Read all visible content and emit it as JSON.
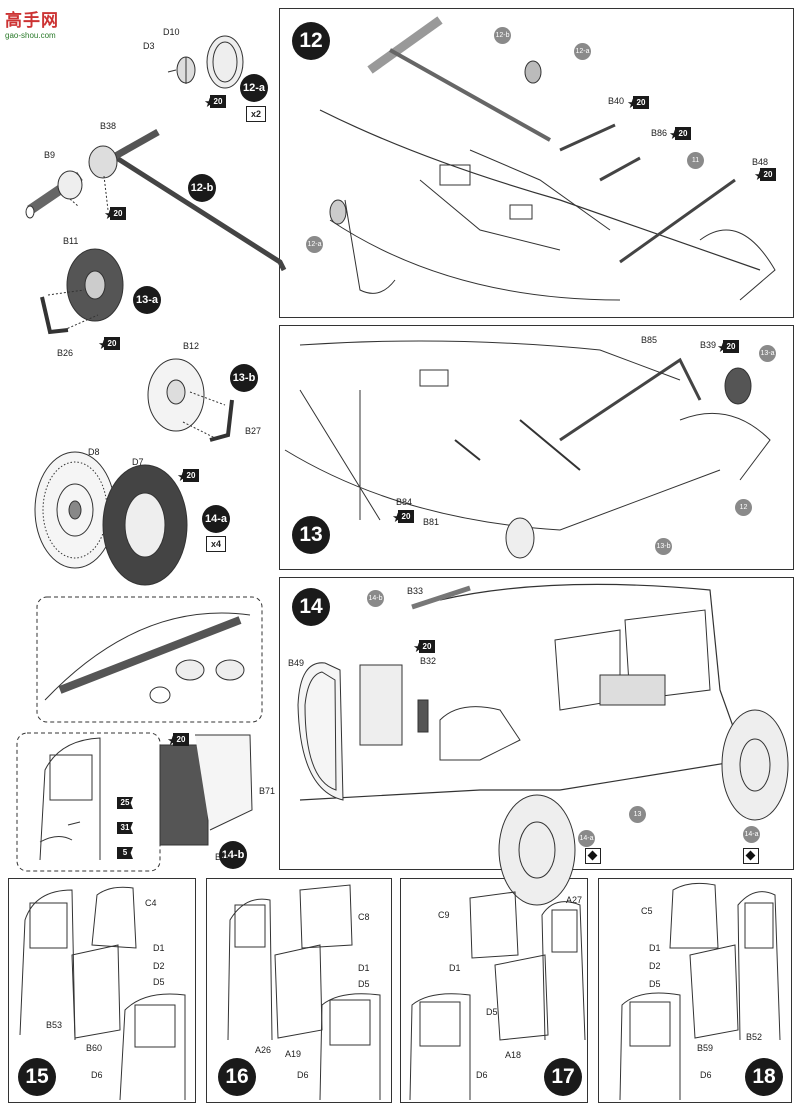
{
  "logo": {
    "text": "高手网",
    "url": "gao-shou.com"
  },
  "steps": {
    "s12": "12",
    "s13": "13",
    "s14": "14",
    "s15": "15",
    "s16": "16",
    "s17": "17",
    "s18": "18"
  },
  "substeps": {
    "a12": "12-a",
    "b12": "12-b",
    "a13": "13-a",
    "b13": "13-b",
    "a14": "14-a",
    "b14": "14-b"
  },
  "multipliers": {
    "x2": "x2",
    "x4": "x4"
  },
  "flags": {
    "f20": "20",
    "f25": "25",
    "f31": "31",
    "f5": "5"
  },
  "refs": {
    "r11": "11",
    "r12": "12",
    "r13": "13",
    "r12a": "12-a",
    "r12b": "12-b",
    "r13a": "13-a",
    "r13b": "13-b",
    "r14a": "14-a",
    "r14b": "14-b"
  },
  "parts": {
    "D10": "D10",
    "D3": "D3",
    "B38": "B38",
    "B9": "B9",
    "B11": "B11",
    "B26": "B26",
    "B12": "B12",
    "B27": "B27",
    "D8": "D8",
    "D7": "D7",
    "B40": "B40",
    "B86": "B86",
    "B48": "B48",
    "B85": "B85",
    "B39": "B39",
    "B84": "B84",
    "B81": "B81",
    "B33": "B33",
    "B32": "B32",
    "B49": "B49",
    "B71": "B71",
    "B70": "B70",
    "C4": "C4",
    "D1": "D1",
    "D2": "D2",
    "D5": "D5",
    "B53": "B53",
    "B60": "B60",
    "D6": "D6",
    "C8": "C8",
    "A26": "A26",
    "A19": "A19",
    "C9": "C9",
    "A27": "A27",
    "A18": "A18",
    "C5": "C5",
    "B59": "B59",
    "B52": "B52"
  }
}
